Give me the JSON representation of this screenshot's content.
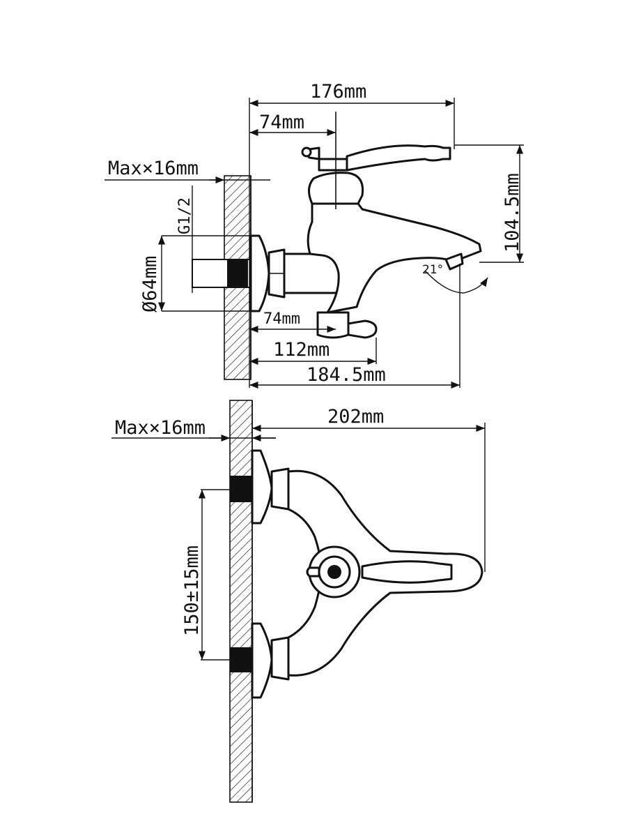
{
  "top_view": {
    "dim_total_width": "176mm",
    "dim_handle_offset": "74mm",
    "dim_wall_max": "Max×16mm",
    "dim_thread": "G1/2",
    "dim_flange_diameter": "Ø64mm",
    "dim_height": "104.5mm",
    "dim_angle": "21°",
    "dim_bottom_offset": "74mm",
    "dim_spout_base": "112mm",
    "dim_overall_depth": "184.5mm"
  },
  "bottom_view": {
    "dim_wall_max": "Max×16mm",
    "dim_total_length": "202mm",
    "dim_center_distance": "150±15mm"
  }
}
